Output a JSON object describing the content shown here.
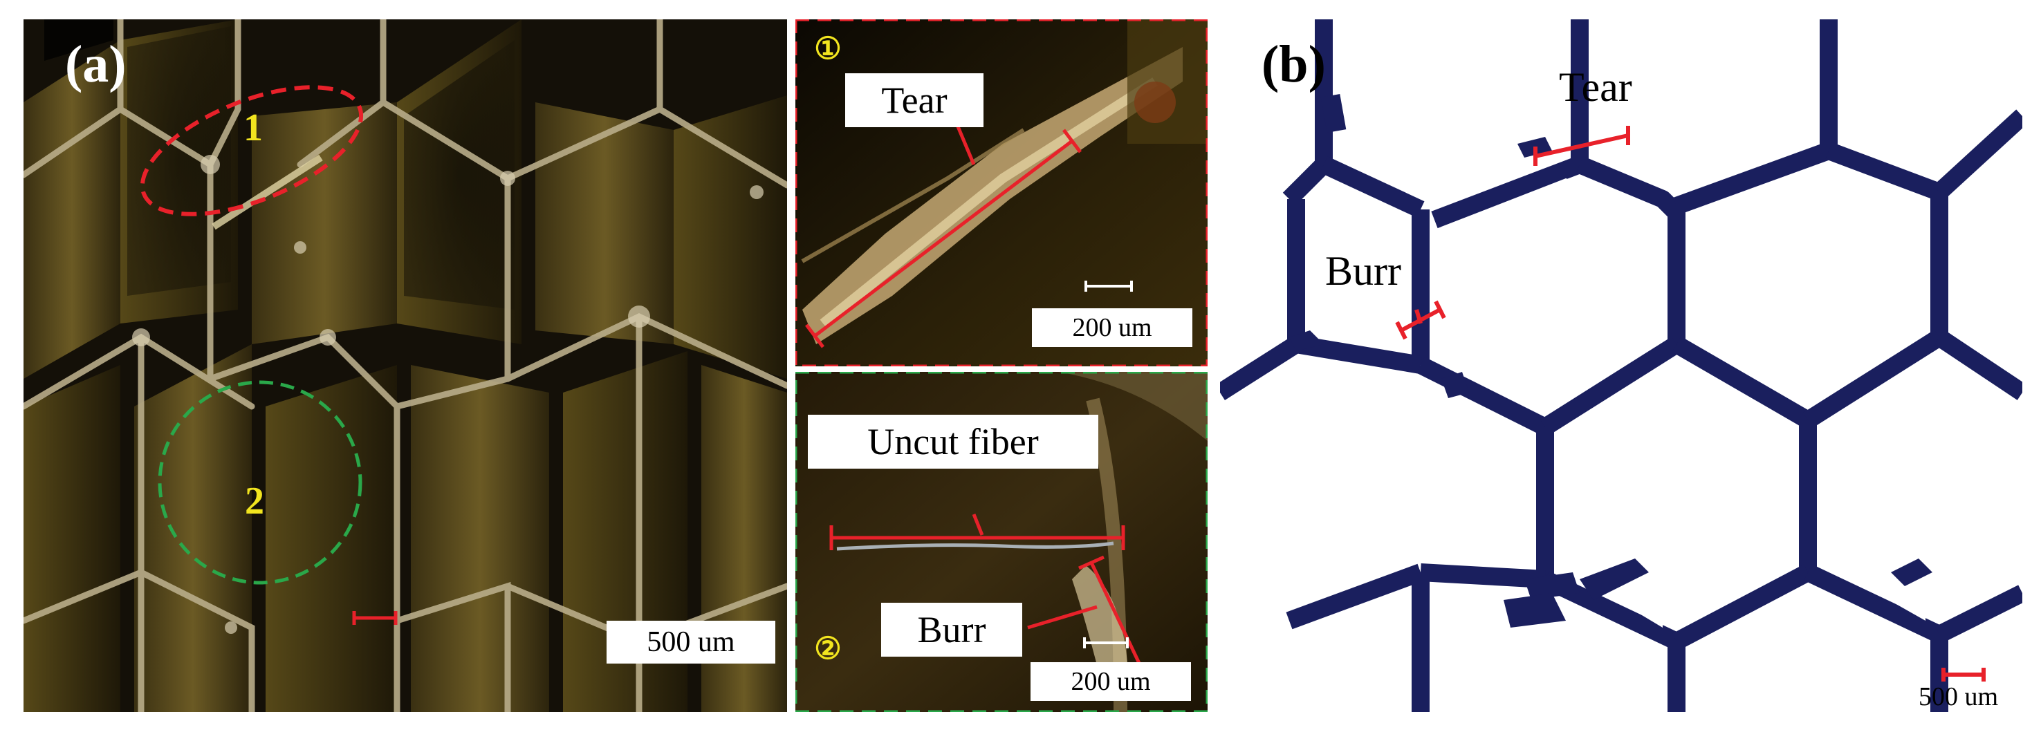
{
  "figure": {
    "panel_a": {
      "letter": "(a)",
      "region_1_marker": "1",
      "region_2_marker": "2",
      "scale_bar": "500 um"
    },
    "inset_1": {
      "marker": "①",
      "callout": "Tear",
      "scale_bar": "200 um"
    },
    "inset_2": {
      "marker": "②",
      "callout_fiber": "Uncut fiber",
      "callout_burr": "Burr",
      "scale_bar": "200 um"
    },
    "panel_b": {
      "letter": "(b)",
      "callout_tear": "Tear",
      "callout_burr": "Burr",
      "scale_bar": "500 um"
    }
  },
  "colors": {
    "region_1_dashed": "#e8212a",
    "region_2_dashed": "#2aa84a",
    "annotation_red": "#e8212a",
    "marker_yellow": "#f2e51f",
    "simulation_wall": "#1a1f5e"
  }
}
